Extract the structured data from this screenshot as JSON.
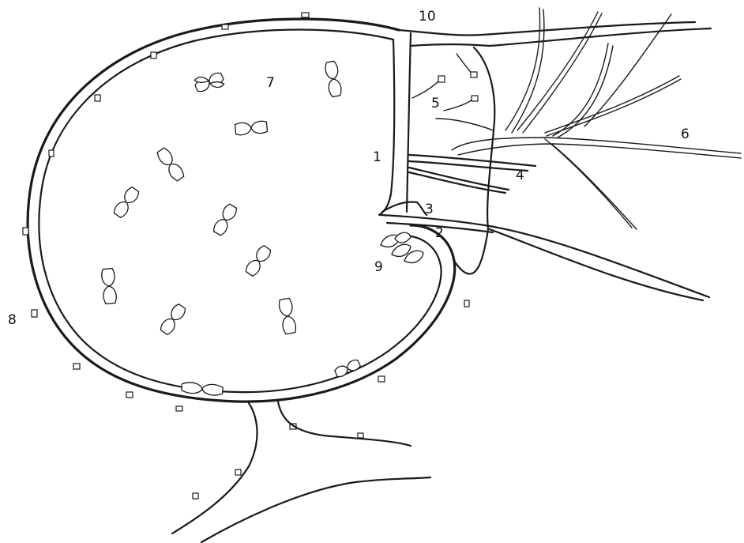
{
  "diagram": {
    "labels": {
      "l1": "1",
      "l2": "2",
      "l3": "3",
      "l4": "4",
      "l5": "5",
      "l6": "6",
      "l7": "7",
      "l8": "8",
      "l9": "9",
      "l10": "10"
    }
  }
}
